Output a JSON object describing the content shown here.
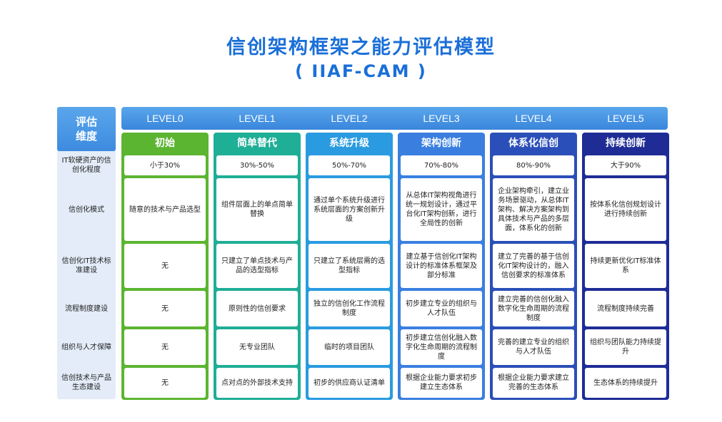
{
  "title": "信创架构框架之能力评估模型",
  "subtitle": "( IIAF-CAM )",
  "dimension_header": "评估维度",
  "dimensions": [
    "IT软硬资产的信创化程度",
    "信创化模式",
    "信创化IT技术标准建设",
    "流程制度建设",
    "组织与人才保障",
    "信创技术与产品生态建设"
  ],
  "levels": [
    {
      "level": "LEVEL0",
      "name": "初始",
      "color": "#5cb531",
      "cells": [
        "小于30%",
        "随意的技术与产品选型",
        "无",
        "无",
        "无",
        "无"
      ]
    },
    {
      "level": "LEVEL1",
      "name": "简单替代",
      "color": "#1fae96",
      "cells": [
        "30%-50%",
        "组件层面上的单点简单替换",
        "只建立了单点技术与产品的选型指标",
        "原则性的信创要求",
        "无专业团队",
        "点对点的外部技术支持"
      ]
    },
    {
      "level": "LEVEL2",
      "name": "系统升级",
      "color": "#2a9be0",
      "cells": [
        "50%-70%",
        "通过单个系统升级进行系统层面的方案创新升级",
        "只建立了系统层需的选型指标",
        "独立的信创化工作流程制度",
        "临时的项目团队",
        "初步的供应商认证清单"
      ]
    },
    {
      "level": "LEVEL3",
      "name": "架构创新",
      "color": "#3a7fe0",
      "cells": [
        "70%-80%",
        "从总体IT架构视角进行统一规划设计，通过平台化IT架构创新，进行全局性的创新",
        "建立基于信创化IT架构设计的标准体系框架及部分标准",
        "初步建立专业的组织与人才队伍",
        "初步建立信创化融入数字化生命周期的流程制度",
        "根据企业能力要求初步建立生态体系"
      ]
    },
    {
      "level": "LEVEL4",
      "name": "体系化信创",
      "color": "#2b4fb8",
      "cells": [
        "80%-90%",
        "企业架构牵引，建立业务场景驱动，从总体IT架构、解决方案架构到具体技术与产品的多层面，体系化的创新",
        "建立了完善的基于信创化IT架构设计的，融入信创要求的标准体系",
        "建立完善的信创化融入数字化生命周期的流程制度",
        "完善的建立专业的组织与人才队伍",
        "根据企业能力要求建立完善的生态体系"
      ]
    },
    {
      "level": "LEVEL5",
      "name": "持续创新",
      "color": "#1f2c96",
      "cells": [
        "大于90%",
        "按体系化信创规划设计进行持续创新",
        "持续更新优化IT标准体系",
        "流程制度持续完善",
        "组织与团队能力持续提升",
        "生态体系的持续提升"
      ]
    }
  ],
  "colors": {
    "accent": "#1a6fd8",
    "dimension_bg": "#e3ecf8",
    "level_bar": "#3d8be0"
  }
}
